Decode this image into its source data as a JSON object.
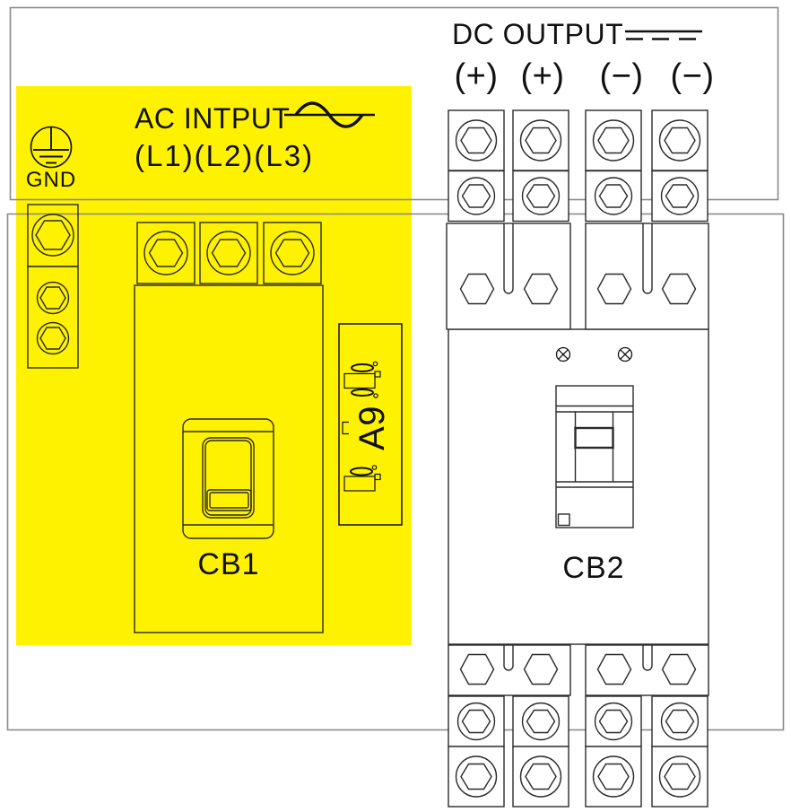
{
  "colors": {
    "highlight": "#fff200",
    "line": "#2a2a2a",
    "frame": "#8a8a8a",
    "text": "#111111"
  },
  "dc_section": {
    "title": "DC OUTPUT",
    "terminals": [
      "(+)",
      "(+)",
      "(−)",
      "(−)"
    ]
  },
  "ac_section": {
    "title": "AC INTPUT",
    "phase_labels": "(L1)(L2)(L3)"
  },
  "ground": {
    "label": "GND"
  },
  "breakers": {
    "breaker1_label": "CB1",
    "breaker2_label": "CB2"
  },
  "module": {
    "label": "A9"
  }
}
